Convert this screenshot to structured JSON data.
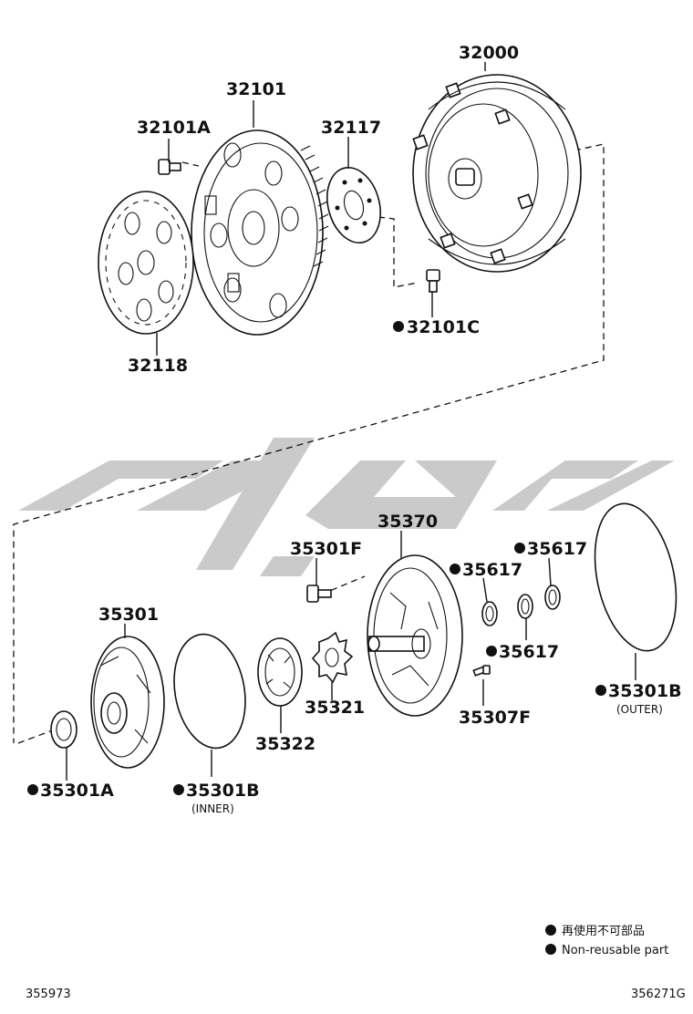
{
  "diagram": {
    "part_labels": {
      "p32000": "32000",
      "p32101": "32101",
      "p32101A": "32101A",
      "p32117": "32117",
      "p32118": "32118",
      "p32101C": "32101C",
      "p35370": "35370",
      "p35301F": "35301F",
      "p35617a": "35617",
      "p35617b": "35617",
      "p35617c": "35617",
      "p35301": "35301",
      "p35321": "35321",
      "p35322": "35322",
      "p35307F": "35307F",
      "p35301A": "35301A",
      "p35301B_inner": "35301B",
      "p35301B_outer": "35301B"
    },
    "notes": {
      "inner": "(INNER)",
      "outer": "(OUTER)"
    },
    "legend": {
      "jp": "再使用不可部品",
      "en": "Non-reusable part"
    },
    "footer": {
      "left_code": "355973",
      "right_code": "356271G"
    },
    "marker_color": "#111111",
    "watermark_color": "#c8c8c8"
  }
}
